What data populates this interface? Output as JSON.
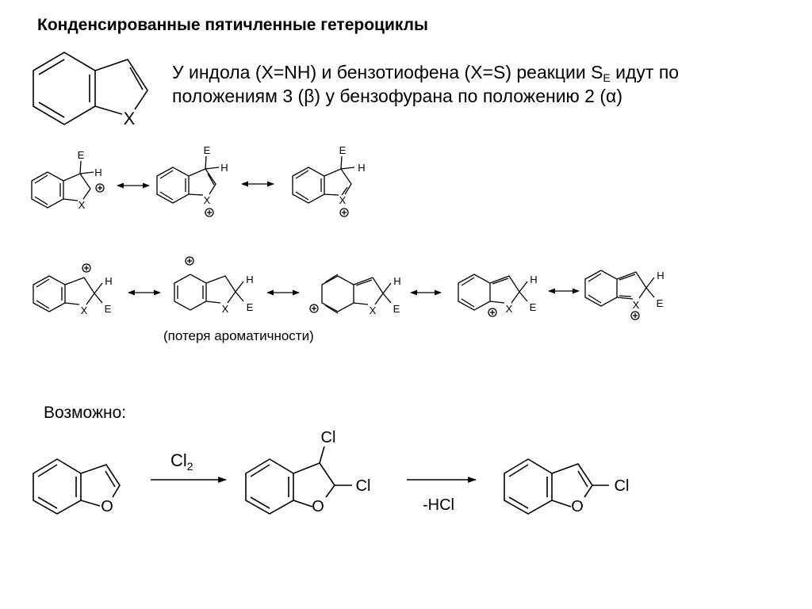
{
  "title": "Конденсированные пятичленные гетероциклы",
  "statement": {
    "line1_part1": "У индола (X=NH) и бензотиофена (X=S) реакции S",
    "line1_sub": "E",
    "line1_part2": " идут по",
    "line2_part1": "положениям 3 (",
    "beta": "β",
    "line2_part2": ") у бензофурана по положению 2 (",
    "alpha": "α",
    "line2_part3": ")"
  },
  "atoms": {
    "heteroatom": "X",
    "electrophile": "E",
    "hydrogen": "H",
    "oxygen": "O",
    "chlorine": "Cl"
  },
  "loss_of_aromaticity": "(потеря ароматичности)",
  "possible_label": "Возможно:",
  "reaction": {
    "reagent_prefix": "Cl",
    "reagent_subscript": "2",
    "elimination": "-HCl"
  }
}
